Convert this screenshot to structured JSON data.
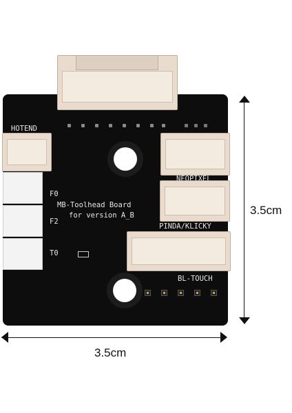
{
  "silkscreen": {
    "hotend": "HOTEND",
    "f0": "F0",
    "f2": "F2",
    "t0": "T0",
    "board_name_line1": "MB-Toolhead Board",
    "board_name_line2": "for version A_B",
    "neopixel": "NEOPIXEL",
    "pinda": "PINDA/KLICKY",
    "bltouch": "BL-TOUCH"
  },
  "dimensions": {
    "height": "3.5cm",
    "width": "3.5cm"
  },
  "colors": {
    "board": "#0d0d0d",
    "connector": "#e9dccf",
    "silkscreen": "#e6e6e6"
  }
}
